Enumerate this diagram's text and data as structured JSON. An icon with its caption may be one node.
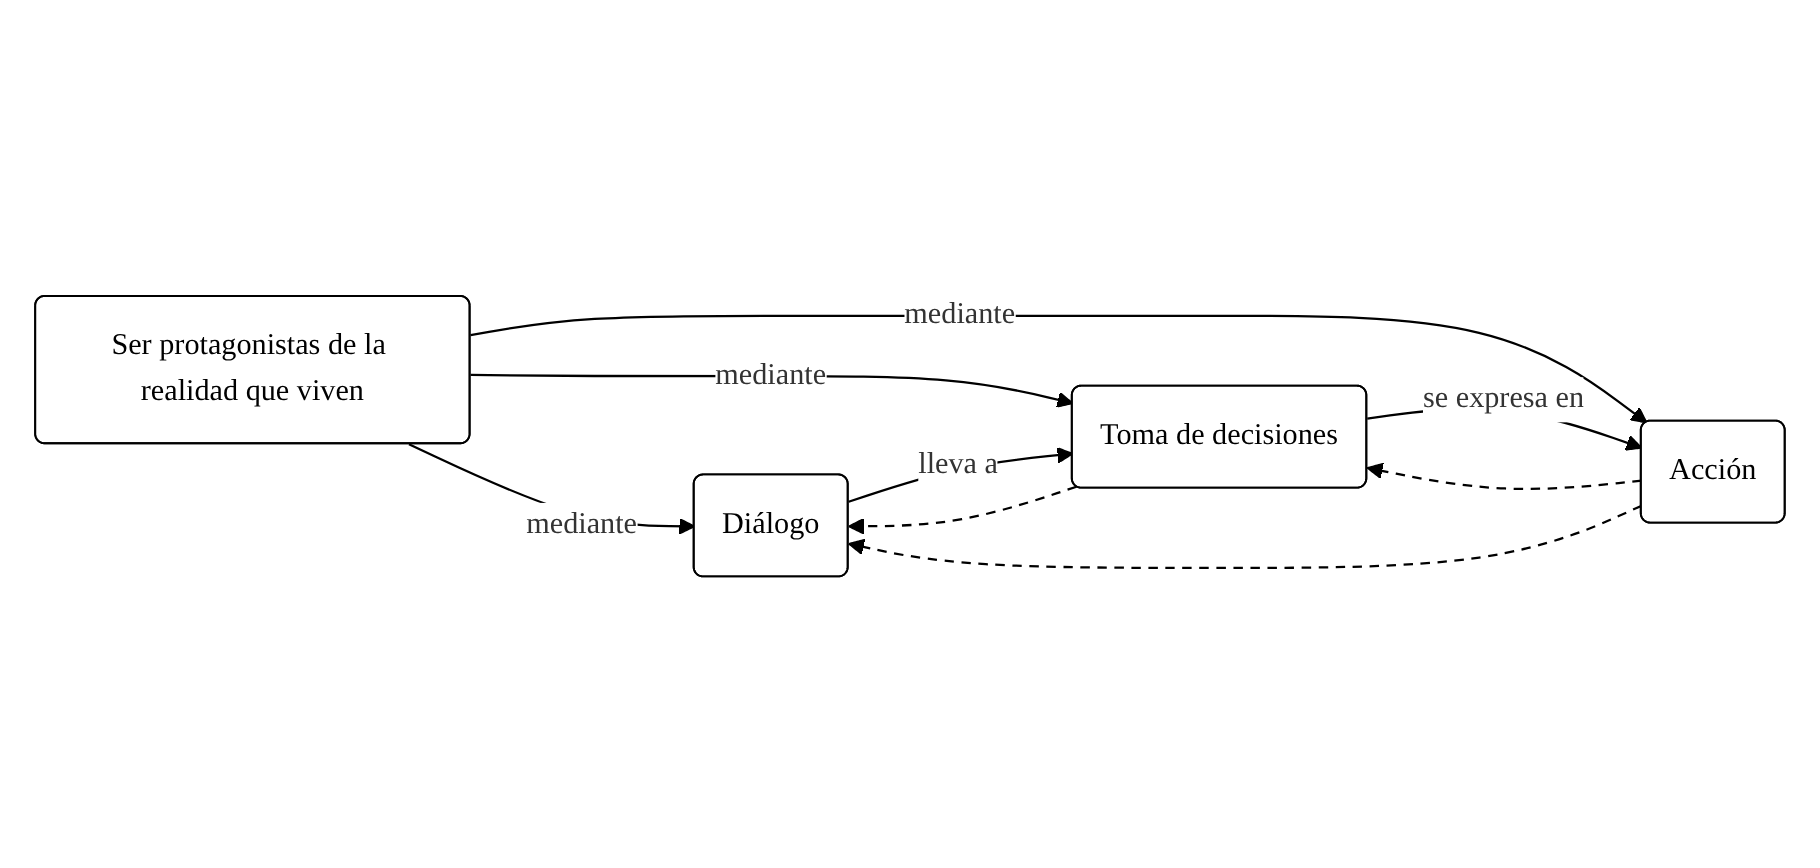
{
  "diagram": {
    "nodes": [
      {
        "text": [
          "Ser protagonistas de la realidad que viven"
        ]
      },
      {
        "text": [
          "Diálogo"
        ]
      },
      {
        "text": [
          "Toma de decisiones"
        ]
      },
      {
        "text": [
          "Acción"
        ]
      }
    ],
    "edges": [
      {
        "from": 0,
        "to": 1,
        "arrow": "to",
        "label": "mediante"
      },
      {
        "from": 0,
        "to": 2,
        "arrow": "to",
        "label": "mediante"
      },
      {
        "from": 0,
        "to": 3,
        "arrow": "to",
        "label": "mediante"
      },
      {
        "from": 1,
        "to": 2,
        "arrow": "to",
        "label": "lleva a"
      },
      {
        "from": 2,
        "to": 3,
        "arrow": "to",
        "label": "se expresa en"
      },
      {
        "from": 2,
        "to": 1,
        "arrow": "to",
        "style": "dashed"
      },
      {
        "from": 3,
        "to": 2,
        "arrow": "to",
        "style": "dashed"
      },
      {
        "from": 3,
        "to": 1,
        "arrow": "to",
        "style": "dashed"
      }
    ]
  }
}
